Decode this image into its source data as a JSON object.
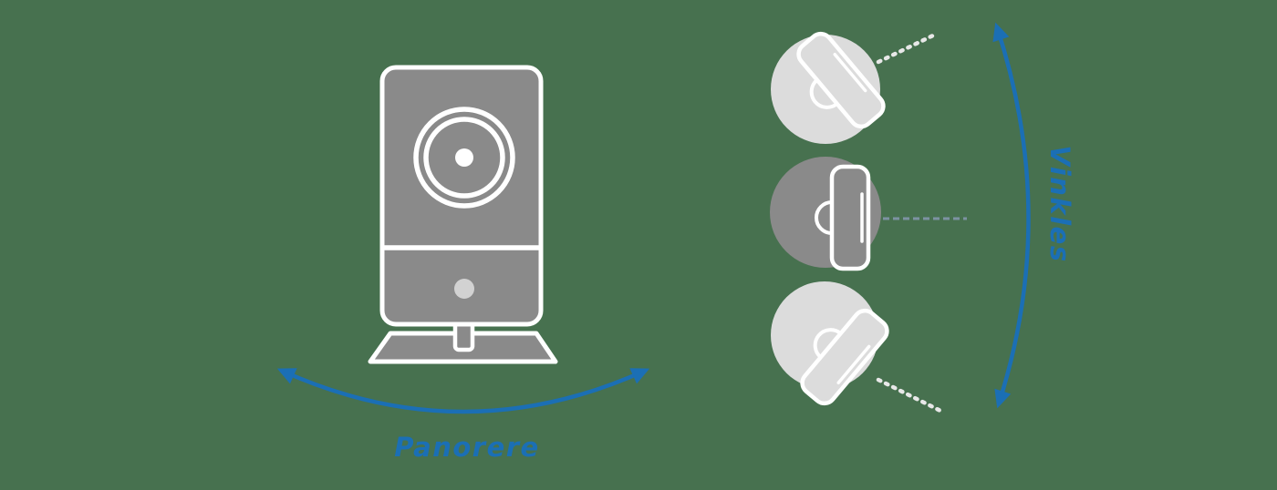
{
  "diagram": {
    "pan": {
      "label": "Panorere"
    },
    "tilt": {
      "label": "Vinkles"
    }
  },
  "icons": [
    "camera-front-icon",
    "tilt-up-camera-icon",
    "tilt-level-camera-icon",
    "tilt-down-camera-icon",
    "pan-arrow-icon",
    "tilt-arc-arrow-icon",
    "tilt-up-direction-dashes",
    "tilt-level-direction-dashes",
    "tilt-down-direction-dashes"
  ],
  "colors": {
    "background": "#47714F",
    "accent-blue": "#1B6FB5",
    "camera-gray": "#8A8A8A",
    "light-gray": "#DCDCDC",
    "white": "#FFFFFF",
    "dot-light": "#D2D2D2",
    "dash-white": "#E8E8E8",
    "dash-muted": "#7D92A2"
  }
}
